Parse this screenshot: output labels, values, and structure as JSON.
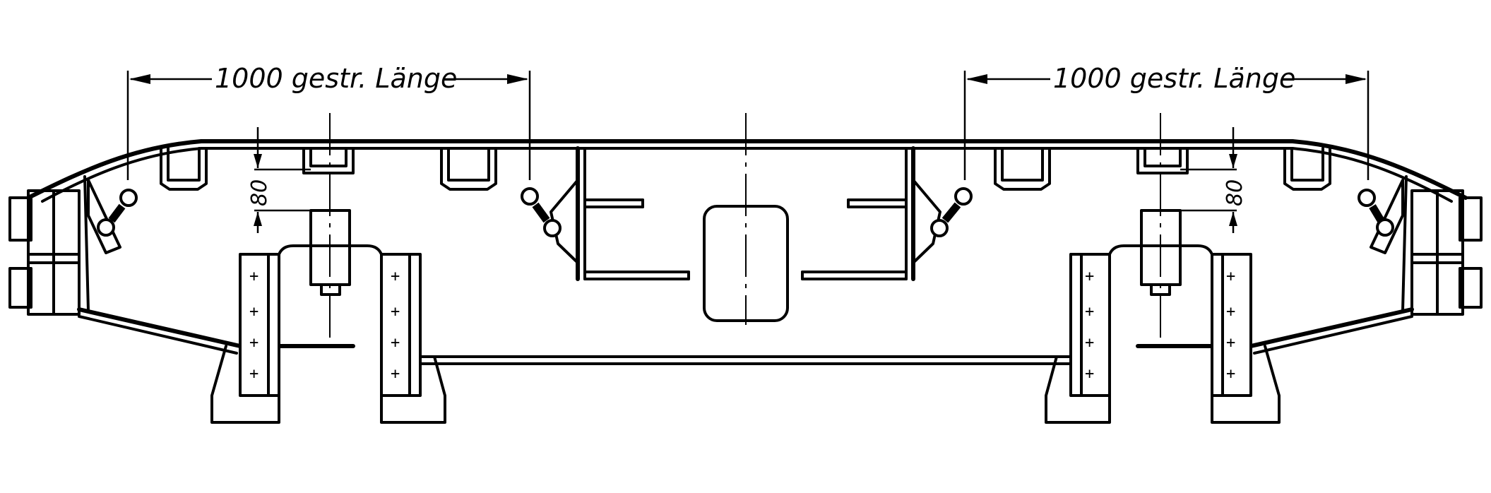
{
  "dimensions": {
    "left_length": "1000 gestr. Länge",
    "right_length": "1000 gestr. Länge",
    "left_offset": "80",
    "right_offset": "80"
  },
  "colors": {
    "ink": "#000000",
    "paper": "#ffffff"
  },
  "plate_marker": "+"
}
